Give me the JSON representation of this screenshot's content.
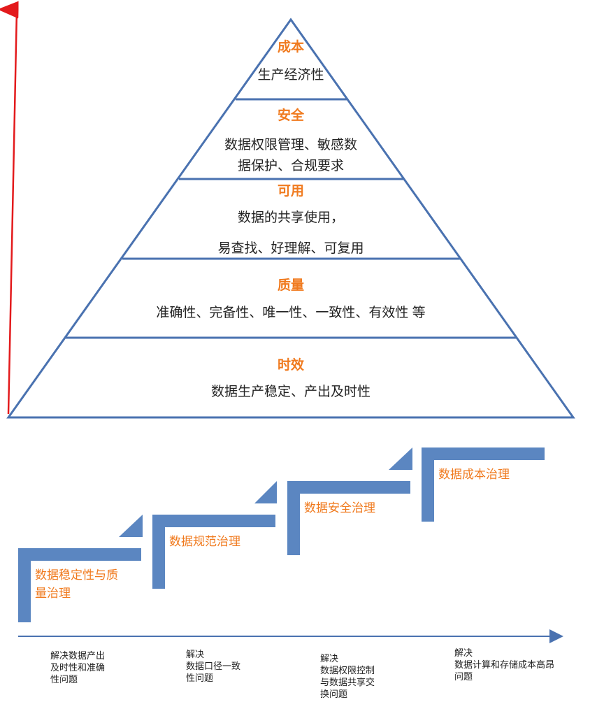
{
  "pyramid": {
    "levels": [
      {
        "title": "成本",
        "lines": [
          "生产经济性"
        ]
      },
      {
        "title": "安全",
        "lines": [
          "数据权限管理、敏感数",
          "据保护、合规要求"
        ]
      },
      {
        "title": "可用",
        "lines": [
          "数据的共享使用，",
          "易查找、好理解、可复用"
        ]
      },
      {
        "title": "质量",
        "lines": [
          "准确性、完备性、唯一性、一致性、有效性 等"
        ]
      },
      {
        "title": "时效",
        "lines": [
          "数据生产稳定、产出及时性"
        ]
      }
    ],
    "colors": {
      "outline": "#4a72b0",
      "title": "#f07a1e",
      "arrow": "#e31a1c"
    }
  },
  "steps": {
    "items": [
      {
        "label_lines": [
          "数据稳定性与质",
          "量治理"
        ],
        "note": "解决数据产出\n及时性和准确\n性问题"
      },
      {
        "label_lines": [
          "数据规范治理"
        ],
        "note": "解决\n数据口径一致\n性问题"
      },
      {
        "label_lines": [
          "数据安全治理"
        ],
        "note": "解决\n数据权限控制\n与数据共享交\n换问题"
      },
      {
        "label_lines": [
          "数据成本治理"
        ],
        "note": "解决\n数据计算和存储成本高昂\n问题"
      }
    ],
    "colors": {
      "step": "#5b86c1",
      "label": "#f07a1e",
      "axis": "#4a72b0"
    }
  }
}
